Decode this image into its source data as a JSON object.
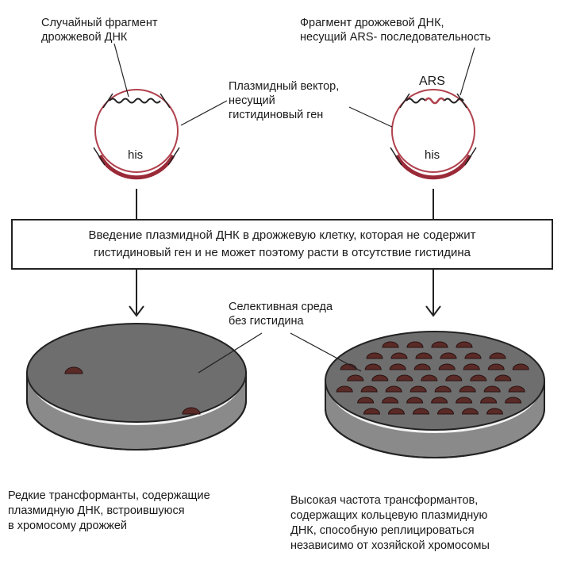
{
  "labels": {
    "random_fragment": [
      "Случайный фрагмент",
      "дрожжевой ДНК"
    ],
    "ars_fragment": [
      "Фрагмент дрожжевой ДНК,",
      "несущий ARS- последовательность"
    ],
    "plasmid_vector": [
      "Плазмидный вектор,",
      "несущий",
      "гистидиновый ген"
    ],
    "his_gene": "his",
    "ars": "ARS",
    "selective_medium": [
      "Селективная среда",
      "без гистидина"
    ]
  },
  "step_box": {
    "line1": "Введение плазмидной ДНК в дрожжевую клетку, которая не содержит",
    "line2": "гистидиновый ген и не может поэтому расти в отсутствие гистидина"
  },
  "captions": {
    "left": [
      "Редкие трансформанты, содержащие",
      "плазмидную ДНК, встроившуюся",
      "в хромосому дрожжей"
    ],
    "right": [
      "Высокая частота трансформантов,",
      "содержащих кольцевую плазмидную",
      "ДНК, способную реплицироваться",
      "независимо от хозяйской хромосомы"
    ]
  },
  "colors": {
    "plasmid": "#b0424e",
    "colony": "#5a2a26",
    "medium": "#6e6e6e"
  }
}
